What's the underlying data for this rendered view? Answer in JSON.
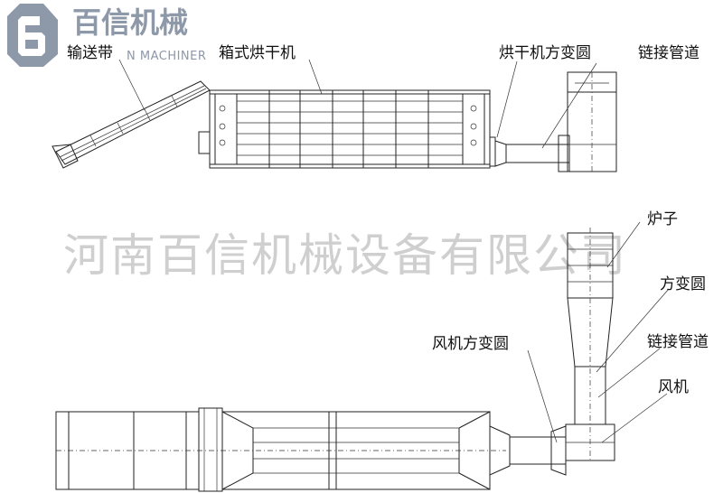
{
  "logo": {
    "brand_cn": "百信机械",
    "brand_en": "N MACHINER"
  },
  "watermark": "河南百信机械设备有限公司",
  "top_view": {
    "labels": {
      "conveyor": "输送带",
      "box_dryer": "箱式烘干机",
      "dryer_transition": "烘干机方变圆",
      "link_pipe": "链接管道"
    }
  },
  "bottom_view": {
    "labels": {
      "stove": "炉子",
      "transition": "方变圆",
      "link_pipe": "链接管道",
      "fan_transition": "风机方变圆",
      "fan": "风机"
    }
  }
}
